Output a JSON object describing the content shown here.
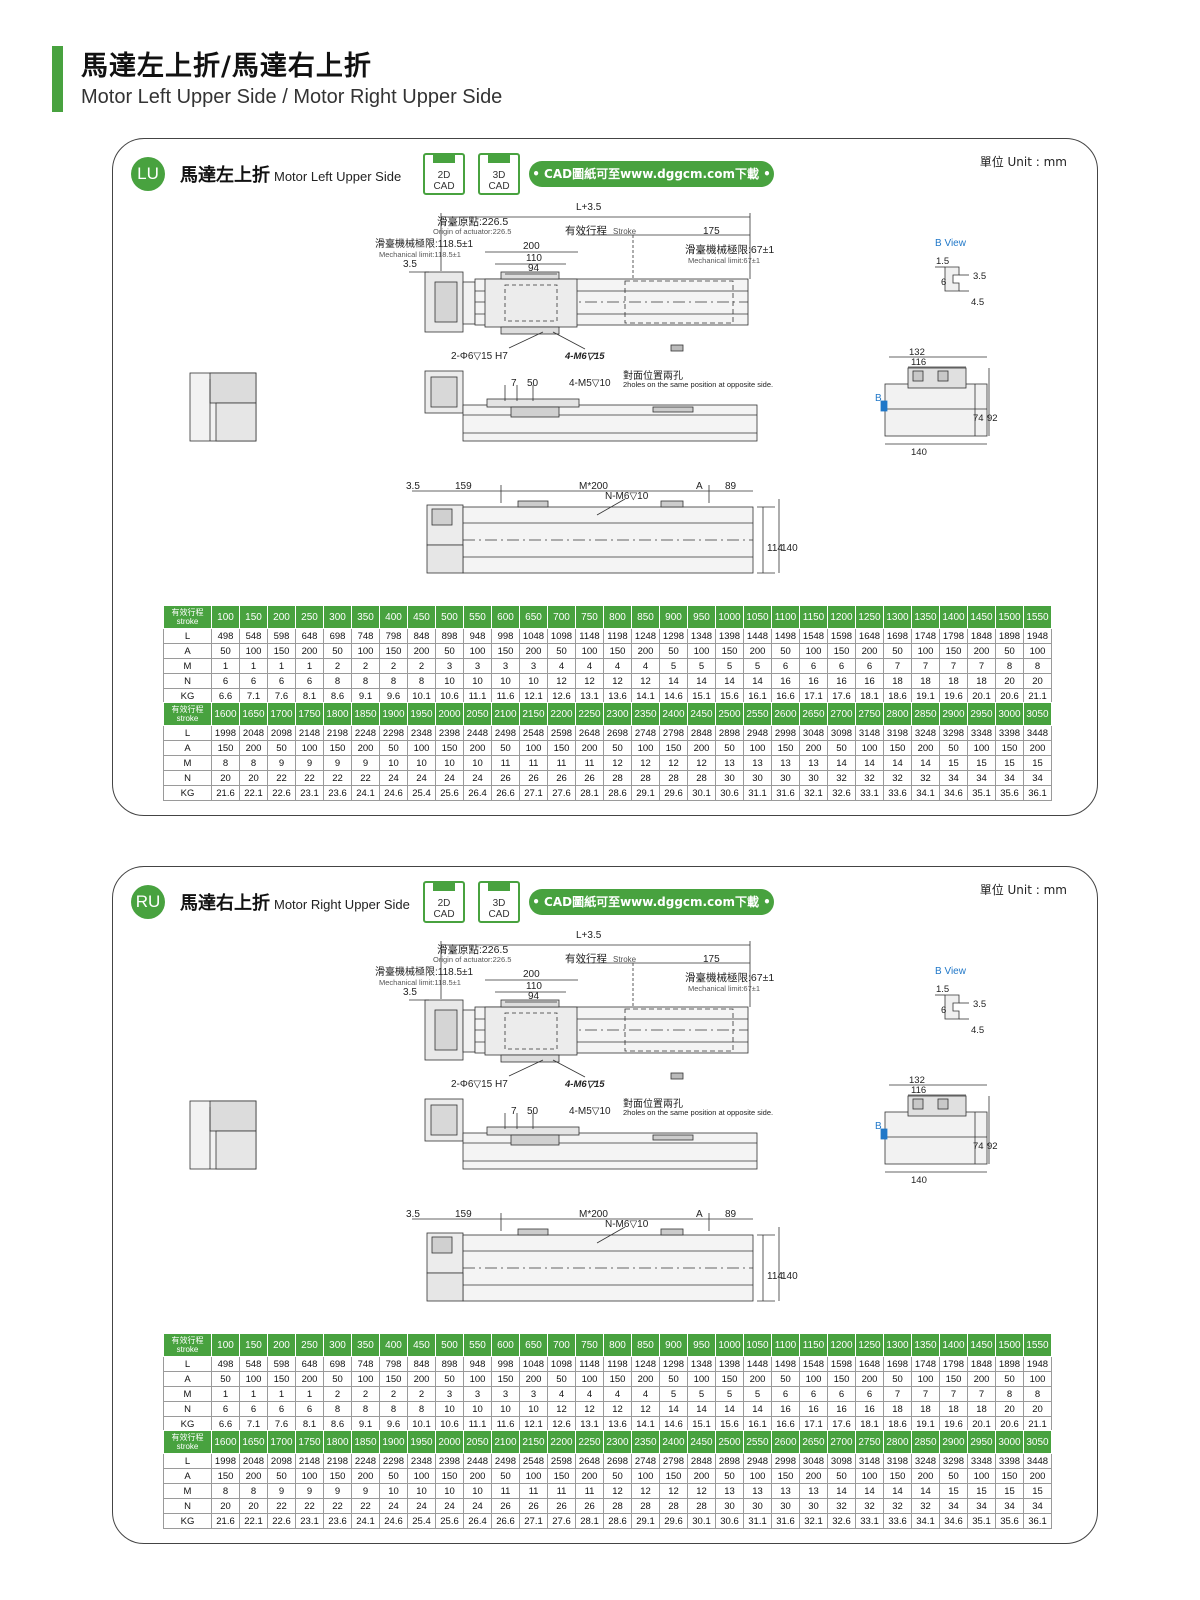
{
  "page": {
    "title_zh": "馬達左上折/馬達右上折",
    "title_en": "Motor Left Upper Side / Motor Right Upper Side"
  },
  "common": {
    "cad_2d": "2D\nCAD",
    "cad_3d": "3D\nCAD",
    "cad_link": "• CAD圖紙可至www.dggcm.com下載 •",
    "unit": "單位 Unit : mm"
  },
  "drawing_labels": {
    "total_length": "L+3.5",
    "origin_zh": "滑臺原點:226.5",
    "origin_en": "Origin of actuator:226.5",
    "stroke_zh": "有效行程",
    "stroke_en": "Stroke",
    "mech_limit_left_zh": "滑臺機械極限:118.5±1",
    "mech_limit_left_en": "Mechanical limit:118.5±1",
    "mech_limit_right_zh": "滑臺機械極限:67±1",
    "mech_limit_right_en": "Mechanical limit:67±1",
    "dim_175": "175",
    "dim_200": "200",
    "dim_110": "110",
    "dim_94": "94",
    "dim_3_5": "3.5",
    "pin_holes": "2-Φ6▽15 H7",
    "tap_holes_m6": "4-M6▽15",
    "dim_7": "7",
    "dim_50": "50",
    "tap_holes_m5": "4-M5▽10",
    "opposite_zh": "對面位置兩孔",
    "opposite_en": "2holes on the same position at opposite side.",
    "b_view": "B  View",
    "bview_1_5": "1.5",
    "bview_3_5": "3.5",
    "bview_6": "6",
    "bview_4_5": "4.5",
    "end_132": "132",
    "end_116": "116",
    "end_140": "140",
    "end_74": "74",
    "end_92": "92",
    "b_marker": "B",
    "dim_159": "159",
    "dim_m200": "M*200",
    "dim_a": "A",
    "dim_89": "89",
    "n_holes": "N-M6▽10",
    "dim_114": "114",
    "dim_140v": "140"
  },
  "lu": {
    "badge": "LU",
    "title_zh": "馬達左上折",
    "title_en": "Motor Left Upper Side"
  },
  "ru": {
    "badge": "RU",
    "title_zh": "馬達右上折",
    "title_en": "Motor Right Upper Side"
  },
  "spec_table": {
    "stroke_header": "有效行程\nstroke",
    "row_labels": [
      "L",
      "A",
      "M",
      "N",
      "KG"
    ],
    "block1": {
      "stroke": [
        "100",
        "150",
        "200",
        "250",
        "300",
        "350",
        "400",
        "450",
        "500",
        "550",
        "600",
        "650",
        "700",
        "750",
        "800",
        "850",
        "900",
        "950",
        "1000",
        "1050",
        "1100",
        "1150",
        "1200",
        "1250",
        "1300",
        "1350",
        "1400",
        "1450",
        "1500",
        "1550"
      ],
      "L": [
        "498",
        "548",
        "598",
        "648",
        "698",
        "748",
        "798",
        "848",
        "898",
        "948",
        "998",
        "1048",
        "1098",
        "1148",
        "1198",
        "1248",
        "1298",
        "1348",
        "1398",
        "1448",
        "1498",
        "1548",
        "1598",
        "1648",
        "1698",
        "1748",
        "1798",
        "1848",
        "1898",
        "1948"
      ],
      "A": [
        "50",
        "100",
        "150",
        "200",
        "50",
        "100",
        "150",
        "200",
        "50",
        "100",
        "150",
        "200",
        "50",
        "100",
        "150",
        "200",
        "50",
        "100",
        "150",
        "200",
        "50",
        "100",
        "150",
        "200",
        "50",
        "100",
        "150",
        "200",
        "50",
        "100"
      ],
      "M": [
        "1",
        "1",
        "1",
        "1",
        "2",
        "2",
        "2",
        "2",
        "3",
        "3",
        "3",
        "3",
        "4",
        "4",
        "4",
        "4",
        "5",
        "5",
        "5",
        "5",
        "6",
        "6",
        "6",
        "6",
        "7",
        "7",
        "7",
        "7",
        "8",
        "8"
      ],
      "N": [
        "6",
        "6",
        "6",
        "6",
        "8",
        "8",
        "8",
        "8",
        "10",
        "10",
        "10",
        "10",
        "12",
        "12",
        "12",
        "12",
        "14",
        "14",
        "14",
        "14",
        "16",
        "16",
        "16",
        "16",
        "18",
        "18",
        "18",
        "18",
        "20",
        "20"
      ],
      "KG": [
        "6.6",
        "7.1",
        "7.6",
        "8.1",
        "8.6",
        "9.1",
        "9.6",
        "10.1",
        "10.6",
        "11.1",
        "11.6",
        "12.1",
        "12.6",
        "13.1",
        "13.6",
        "14.1",
        "14.6",
        "15.1",
        "15.6",
        "16.1",
        "16.6",
        "17.1",
        "17.6",
        "18.1",
        "18.6",
        "19.1",
        "19.6",
        "20.1",
        "20.6",
        "21.1"
      ]
    },
    "block2": {
      "stroke": [
        "1600",
        "1650",
        "1700",
        "1750",
        "1800",
        "1850",
        "1900",
        "1950",
        "2000",
        "2050",
        "2100",
        "2150",
        "2200",
        "2250",
        "2300",
        "2350",
        "2400",
        "2450",
        "2500",
        "2550",
        "2600",
        "2650",
        "2700",
        "2750",
        "2800",
        "2850",
        "2900",
        "2950",
        "3000",
        "3050"
      ],
      "L": [
        "1998",
        "2048",
        "2098",
        "2148",
        "2198",
        "2248",
        "2298",
        "2348",
        "2398",
        "2448",
        "2498",
        "2548",
        "2598",
        "2648",
        "2698",
        "2748",
        "2798",
        "2848",
        "2898",
        "2948",
        "2998",
        "3048",
        "3098",
        "3148",
        "3198",
        "3248",
        "3298",
        "3348",
        "3398",
        "3448"
      ],
      "A": [
        "150",
        "200",
        "50",
        "100",
        "150",
        "200",
        "50",
        "100",
        "150",
        "200",
        "50",
        "100",
        "150",
        "200",
        "50",
        "100",
        "150",
        "200",
        "50",
        "100",
        "150",
        "200",
        "50",
        "100",
        "150",
        "200",
        "50",
        "100",
        "150",
        "200"
      ],
      "M": [
        "8",
        "8",
        "9",
        "9",
        "9",
        "9",
        "10",
        "10",
        "10",
        "10",
        "11",
        "11",
        "11",
        "11",
        "12",
        "12",
        "12",
        "12",
        "13",
        "13",
        "13",
        "13",
        "14",
        "14",
        "14",
        "14",
        "15",
        "15",
        "15",
        "15"
      ],
      "N": [
        "20",
        "20",
        "22",
        "22",
        "22",
        "22",
        "24",
        "24",
        "24",
        "24",
        "26",
        "26",
        "26",
        "26",
        "28",
        "28",
        "28",
        "28",
        "30",
        "30",
        "30",
        "30",
        "32",
        "32",
        "32",
        "32",
        "34",
        "34",
        "34",
        "34"
      ],
      "KG": [
        "21.6",
        "22.1",
        "22.6",
        "23.1",
        "23.6",
        "24.1",
        "24.6",
        "25.4",
        "25.6",
        "26.4",
        "26.6",
        "27.1",
        "27.6",
        "28.1",
        "28.6",
        "29.1",
        "29.6",
        "30.1",
        "30.6",
        "31.1",
        "31.6",
        "32.1",
        "32.6",
        "33.1",
        "33.6",
        "34.1",
        "34.6",
        "35.1",
        "35.6",
        "36.1"
      ]
    }
  },
  "colors": {
    "accent_green": "#48a23f",
    "b_view_blue": "#1f77c8"
  }
}
